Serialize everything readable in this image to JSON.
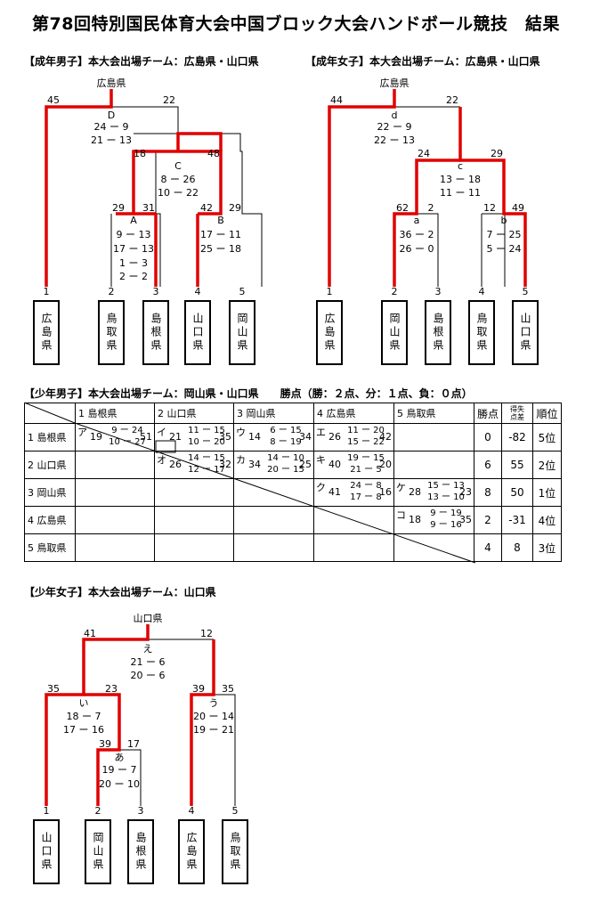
{
  "title": "第78回特別国民体育大会中国ブロック大会ハンドボール競技　結果",
  "men_adult": {
    "heading": "【成年男子】本大会出場チーム：広島県・山口県",
    "top_label": "広島県",
    "matches": [
      {
        "id": "D",
        "left": "45",
        "right": "22",
        "scores": [
          "24 ー 9",
          "21 ー 13"
        ]
      },
      {
        "id": "C",
        "left": "18",
        "right": "48",
        "scores": [
          "8 ー 26",
          "10 ー 22"
        ]
      },
      {
        "id": "A",
        "left": "29",
        "right": "31",
        "scores": [
          "9 ー 13",
          "17 ー 13",
          "1 ー 3",
          "2 ー 2"
        ]
      },
      {
        "id": "B",
        "left": "42",
        "right": "29",
        "scores": [
          "17 ー 11",
          "25 ー 18"
        ]
      }
    ],
    "seeds": [
      "1",
      "2",
      "3",
      "4",
      "5"
    ],
    "teams": [
      "広島県",
      "鳥取県",
      "島根県",
      "山口県",
      "岡山県"
    ]
  },
  "women_adult": {
    "heading": "【成年女子】本大会出場チーム：広島県・山口県",
    "top_label": "広島県",
    "matches": [
      {
        "id": "d",
        "left": "44",
        "right": "22",
        "scores": [
          "22 ー 9",
          "22 ー 13"
        ]
      },
      {
        "id": "c",
        "left": "24",
        "right": "29",
        "scores": [
          "13 ー 18",
          "11 ー 11"
        ]
      },
      {
        "id": "a",
        "left": "62",
        "right": "2",
        "scores": [
          "36 ー 2",
          "26 ー 0"
        ]
      },
      {
        "id": "b",
        "left": "12",
        "right": "49",
        "scores": [
          "7 ー 25",
          "5 ー 24"
        ]
      }
    ],
    "seeds": [
      "1",
      "2",
      "3",
      "4",
      "5"
    ],
    "teams": [
      "広島県",
      "岡山県",
      "島根県",
      "鳥取県",
      "山口県"
    ]
  },
  "boys": {
    "heading": "【少年男子】本大会出場チーム：岡山県・山口県　　勝点（勝：２点、分：１点、負：０点）",
    "columns": [
      "1 島根県",
      "2 山口県",
      "3 岡山県",
      "4 広島県",
      "5 鳥取県"
    ],
    "points_label": "勝点",
    "diff_label": [
      "得失",
      "点差"
    ],
    "rank_label": "順位",
    "rows": [
      {
        "name": "1 島根県",
        "points": "0",
        "diff": "-82",
        "rank": "5位"
      },
      {
        "name": "2 山口県",
        "points": "6",
        "diff": "55",
        "rank": "2位"
      },
      {
        "name": "3 岡山県",
        "points": "8",
        "diff": "50",
        "rank": "1位"
      },
      {
        "name": "4 広島県",
        "points": "2",
        "diff": "-31",
        "rank": "4位"
      },
      {
        "name": "5 鳥取県",
        "points": "4",
        "diff": "8",
        "rank": "3位"
      }
    ],
    "results": [
      {
        "row": 0,
        "col": 1,
        "kana": "ア",
        "left": "19",
        "halves": [
          "9 ー 24",
          "10 ー 27"
        ],
        "right": "51"
      },
      {
        "row": 0,
        "col": 2,
        "kana": "イ",
        "left": "21",
        "halves": [
          "11 ー 15",
          "10 ー 20"
        ],
        "right": "35"
      },
      {
        "row": 0,
        "col": 3,
        "kana": "ウ",
        "left": "14",
        "halves": [
          "6 ー 15",
          "8 ー 19"
        ],
        "right": "34"
      },
      {
        "row": 0,
        "col": 4,
        "kana": "エ",
        "left": "26",
        "halves": [
          "11 ー 20",
          "15 ー 22"
        ],
        "right": "42"
      },
      {
        "row": 1,
        "col": 2,
        "kana": "オ",
        "left": "26",
        "halves": [
          "14 ー 15",
          "12 ー 17"
        ],
        "right": "32"
      },
      {
        "row": 1,
        "col": 3,
        "kana": "カ",
        "left": "34",
        "halves": [
          "14 ー 10",
          "20 ー 15"
        ],
        "right": "25"
      },
      {
        "row": 1,
        "col": 4,
        "kana": "キ",
        "left": "40",
        "halves": [
          "19 ー 15",
          "21 ー 5"
        ],
        "right": "20"
      },
      {
        "row": 2,
        "col": 3,
        "kana": "ク",
        "left": "41",
        "halves": [
          "24 ー 8",
          "17 ー 8"
        ],
        "right": "16"
      },
      {
        "row": 2,
        "col": 4,
        "kana": "ケ",
        "left": "28",
        "halves": [
          "15 ー 13",
          "13 ー 10"
        ],
        "right": "23"
      },
      {
        "row": 3,
        "col": 4,
        "kana": "コ",
        "left": "18",
        "halves": [
          "9 ー 19",
          "9 ー 16"
        ],
        "right": "35"
      }
    ]
  },
  "girls": {
    "heading": "【少年女子】本大会出場チーム：山口県",
    "top_label": "山口県",
    "matches": [
      {
        "id": "え",
        "left": "41",
        "right": "12",
        "scores": [
          "21 ー 6",
          "20 ー 6"
        ]
      },
      {
        "id": "い",
        "left": "35",
        "right": "23",
        "scores": [
          "18 ー 7",
          "17 ー 16"
        ]
      },
      {
        "id": "う",
        "left": "39",
        "right": "35",
        "scores": [
          "20 ー 14",
          "19 ー 21"
        ]
      },
      {
        "id": "あ",
        "left": "39",
        "right": "17",
        "scores": [
          "19 ー 7",
          "20 ー 10"
        ]
      }
    ],
    "seeds": [
      "1",
      "2",
      "3",
      "4",
      "5"
    ],
    "teams": [
      "山口県",
      "岡山県",
      "島根県",
      "広島県",
      "鳥取県"
    ]
  }
}
